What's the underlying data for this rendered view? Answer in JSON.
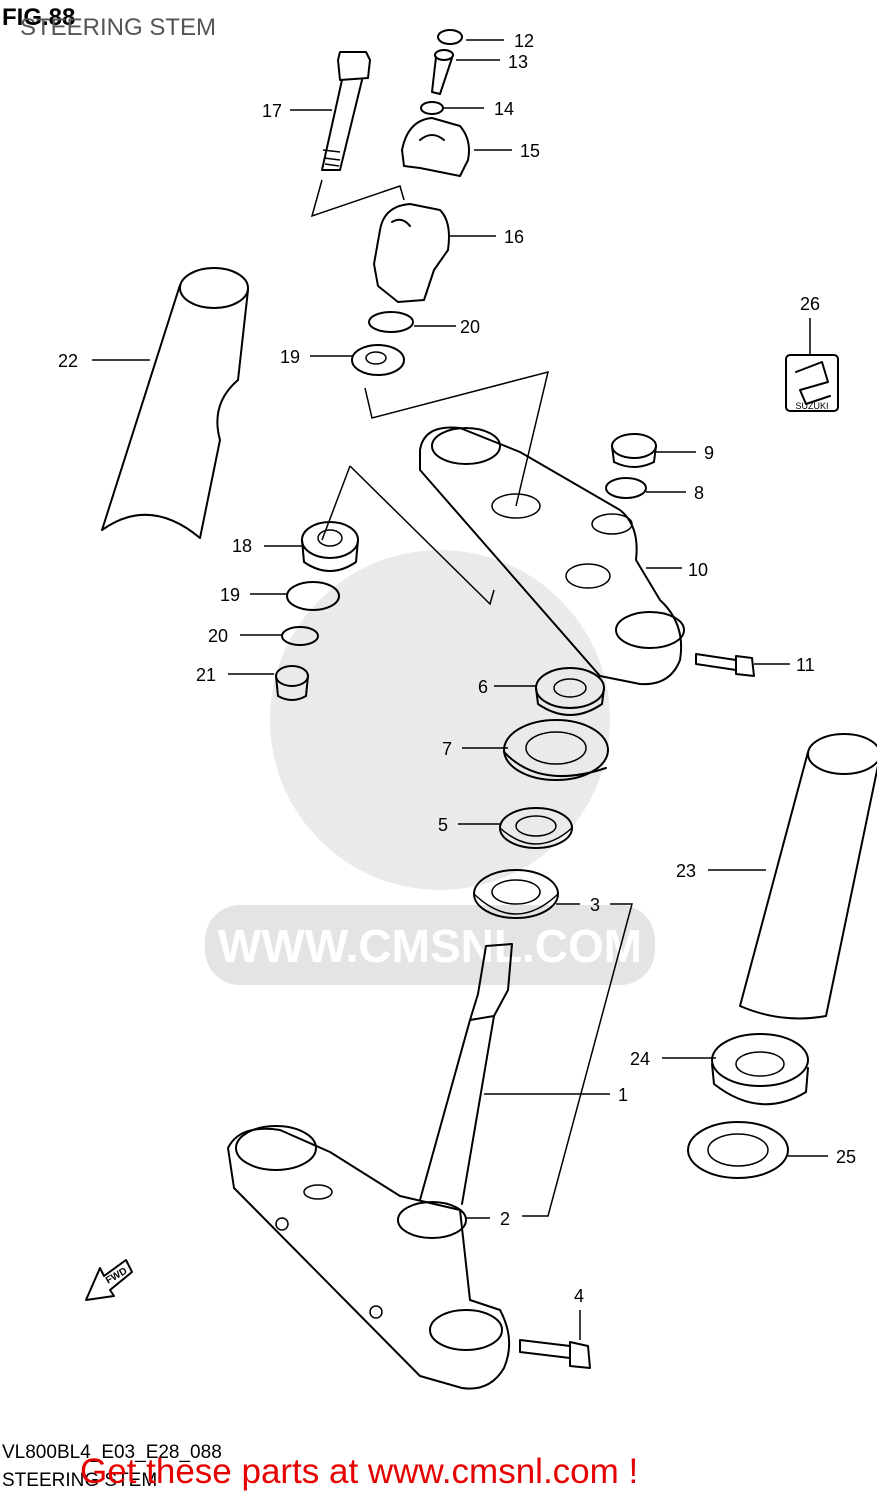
{
  "header": {
    "fig_label": "FIG.88",
    "fig_title": "STEERING STEM"
  },
  "footer": {
    "model_code": "VL800BL4_E03_E28_088",
    "section_name": "STEERING STEM",
    "promo_text": "Get these parts at www.cmsnl.com !"
  },
  "watermark": {
    "text": "WWW.CMSNL.COM"
  },
  "badges": {
    "brand_logo": "SUZUKI",
    "direction": "FWD"
  },
  "callouts": {
    "c1": "1",
    "c2": "2",
    "c3": "3",
    "c4": "4",
    "c5": "5",
    "c6": "6",
    "c7": "7",
    "c8": "8",
    "c9": "9",
    "c10": "10",
    "c11": "11",
    "c12": "12",
    "c13": "13",
    "c14": "14",
    "c15": "15",
    "c16": "16",
    "c17": "17",
    "c18": "18",
    "c19a": "19",
    "c19b": "19",
    "c20a": "20",
    "c20b": "20",
    "c21": "21",
    "c22": "22",
    "c23": "23",
    "c24": "24",
    "c25": "25",
    "c26": "26"
  },
  "colors": {
    "promo": "#e60000",
    "watermark": "#d9d9d9",
    "ink": "#000000"
  }
}
